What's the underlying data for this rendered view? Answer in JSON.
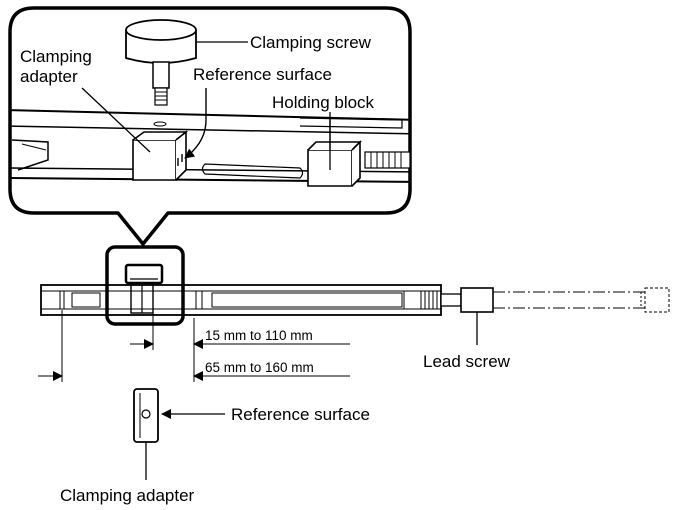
{
  "callout_labels": {
    "clamping_screw": "Clamping screw",
    "clamping_adapter_line1": "Clamping",
    "clamping_adapter_line2": "adapter",
    "reference_surface": "Reference surface",
    "holding_block": "Holding block"
  },
  "main_labels": {
    "lead_screw": "Lead screw",
    "reference_surface": "Reference surface",
    "clamping_adapter": "Clamping adapter"
  },
  "dimensions": {
    "short_range": "15 mm to 110 mm",
    "long_range": "65 mm to 160 mm"
  }
}
